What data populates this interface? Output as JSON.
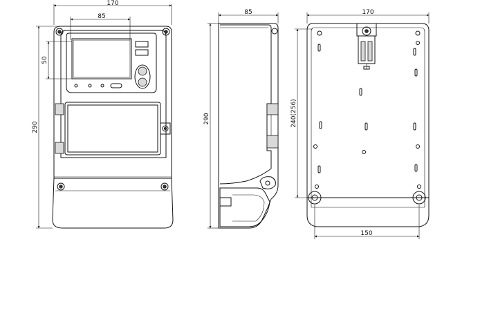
{
  "front_view": {
    "width_label": "170",
    "inner_width_label": "85",
    "height_label": "290",
    "display_offset_label": "50"
  },
  "side_view": {
    "depth_label": "85",
    "height_label": "290"
  },
  "rear_view": {
    "width_label": "170",
    "height_label": "240(256)",
    "bottom_span_label": "150"
  }
}
